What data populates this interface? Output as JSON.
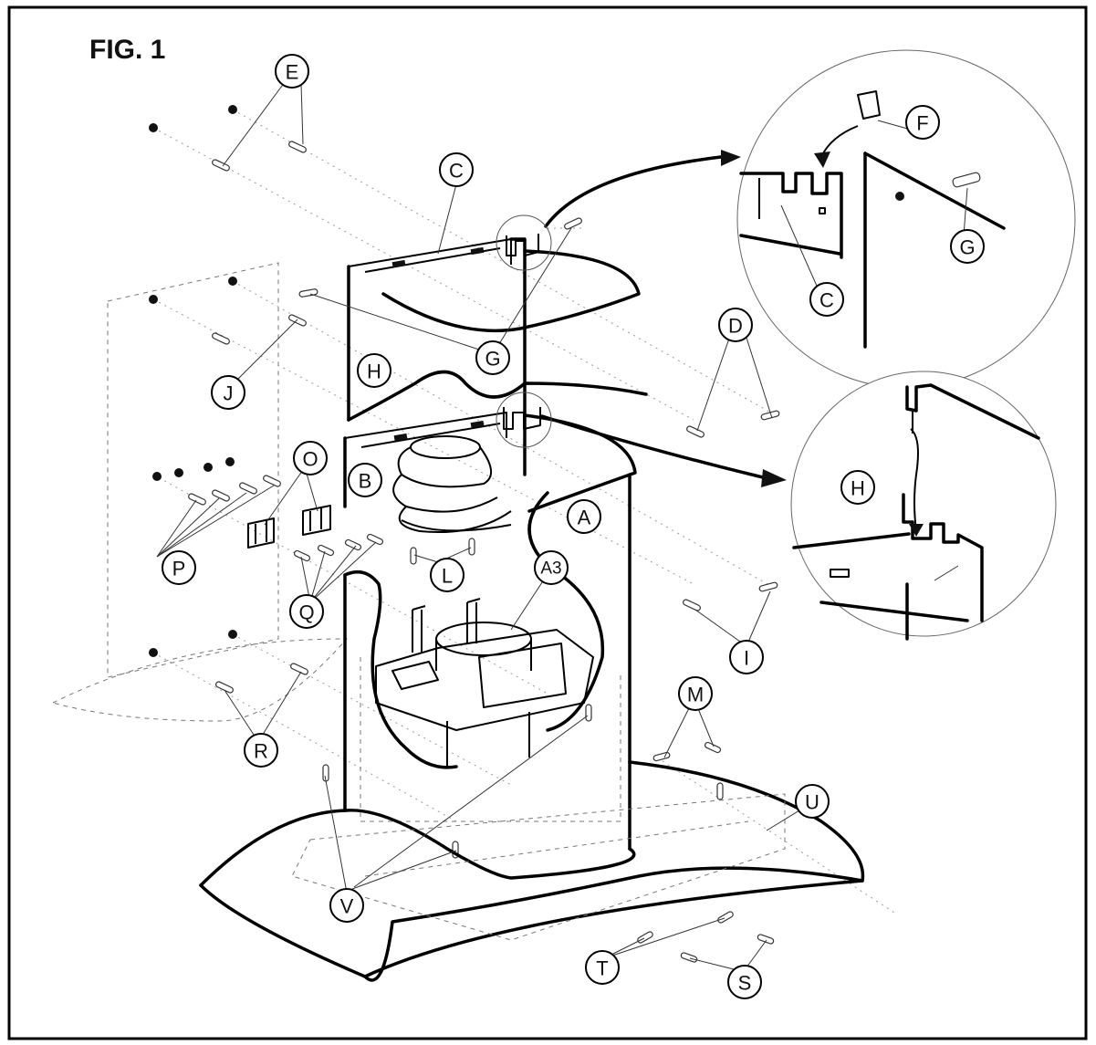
{
  "figure": {
    "title": "FIG. 1"
  },
  "callouts": [
    {
      "id": "E",
      "label": "E"
    },
    {
      "id": "C-top",
      "label": "C"
    },
    {
      "id": "F",
      "label": "F"
    },
    {
      "id": "G-inset",
      "label": "G"
    },
    {
      "id": "C-inset",
      "label": "C"
    },
    {
      "id": "D",
      "label": "D"
    },
    {
      "id": "J",
      "label": "J"
    },
    {
      "id": "H-main",
      "label": "H"
    },
    {
      "id": "G-main",
      "label": "G"
    },
    {
      "id": "O",
      "label": "O"
    },
    {
      "id": "B",
      "label": "B"
    },
    {
      "id": "A",
      "label": "A"
    },
    {
      "id": "H-inset",
      "label": "H"
    },
    {
      "id": "P",
      "label": "P"
    },
    {
      "id": "L",
      "label": "L"
    },
    {
      "id": "A3",
      "label": "A3"
    },
    {
      "id": "Q",
      "label": "Q"
    },
    {
      "id": "I",
      "label": "I"
    },
    {
      "id": "M",
      "label": "M"
    },
    {
      "id": "R",
      "label": "R"
    },
    {
      "id": "U",
      "label": "U"
    },
    {
      "id": "V",
      "label": "V"
    },
    {
      "id": "T",
      "label": "T"
    },
    {
      "id": "S",
      "label": "S"
    }
  ]
}
